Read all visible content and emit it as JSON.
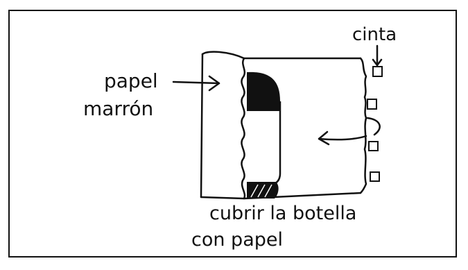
{
  "labels": {
    "tape": "cinta",
    "paper_line1": "papel",
    "paper_line2": "marrón",
    "caption_line1": "cubrir la botella",
    "caption_line2": "con papel"
  }
}
